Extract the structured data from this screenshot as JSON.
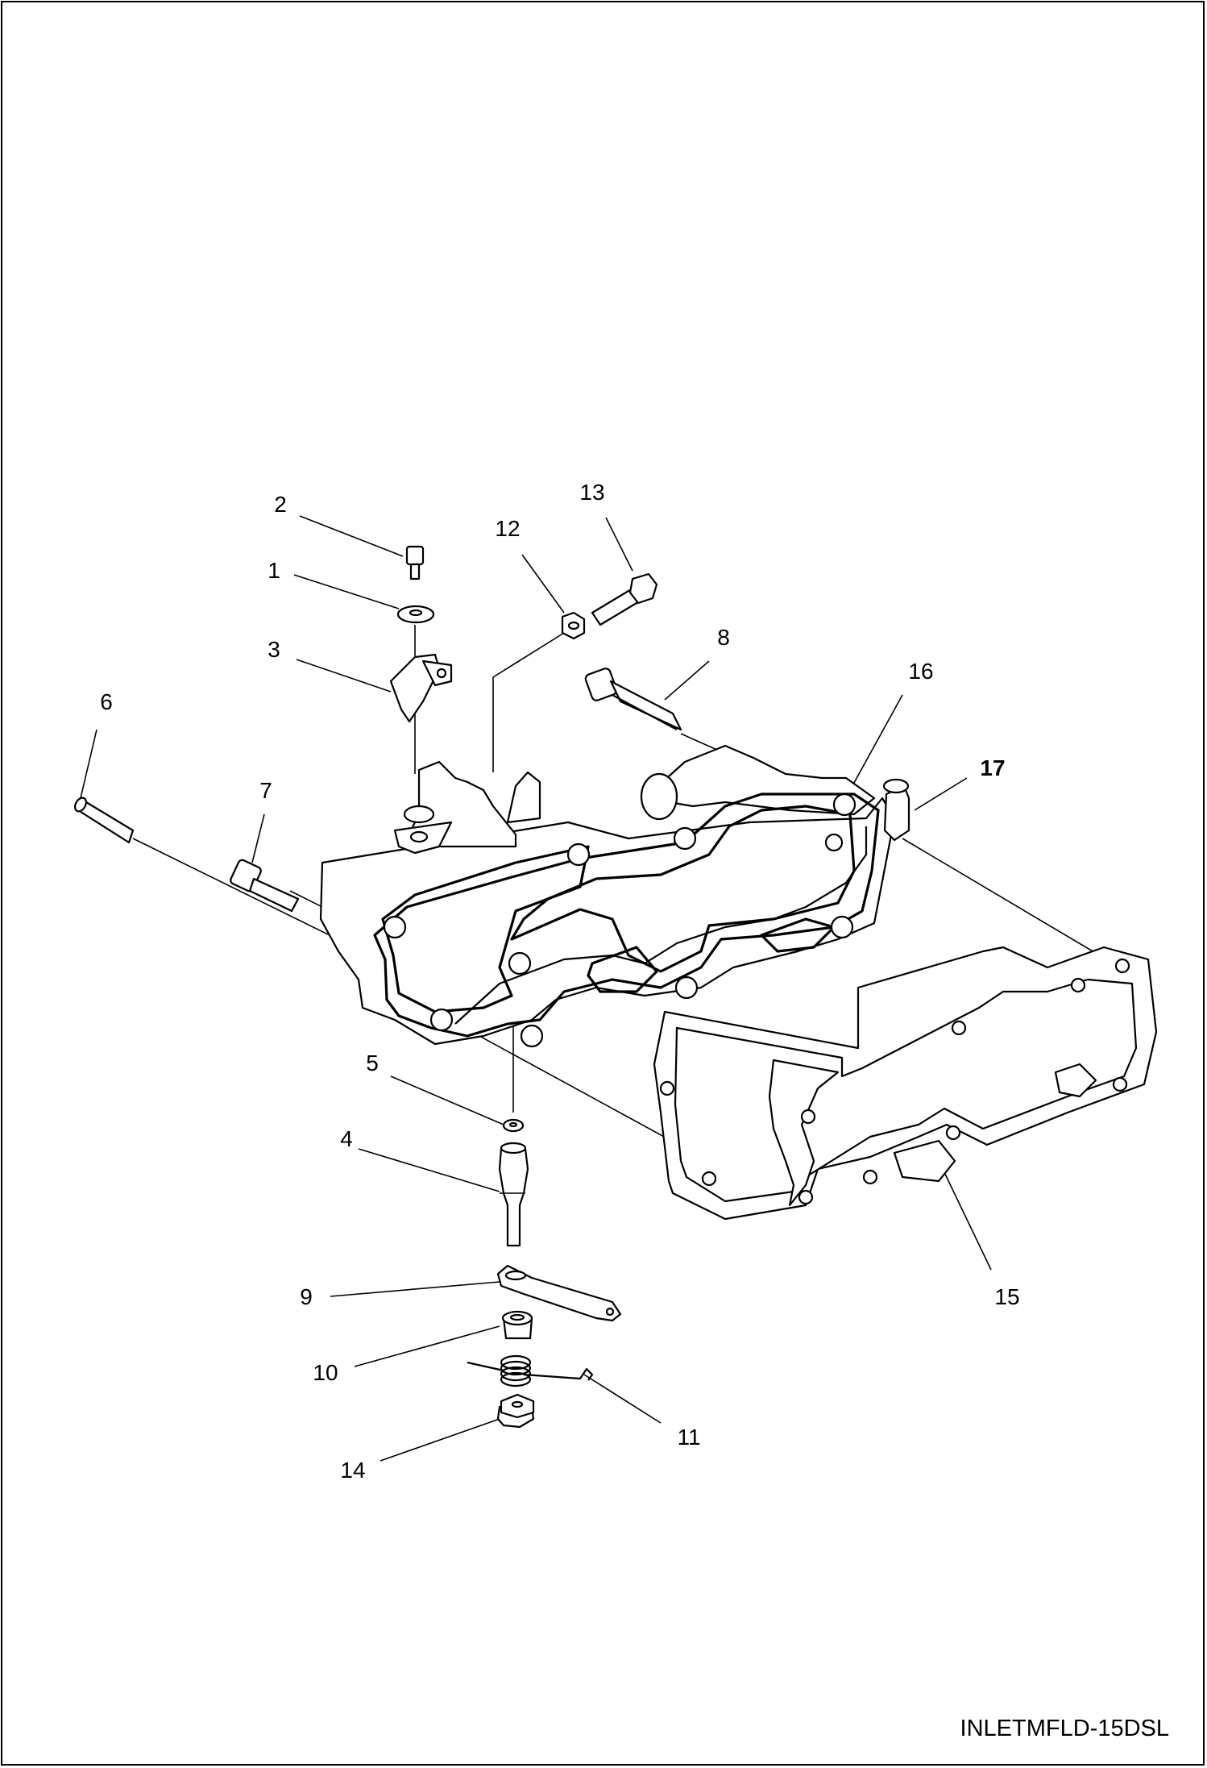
{
  "figure": {
    "reference_code": "INLETMFLD-15DSL"
  },
  "callouts": [
    {
      "id": "1",
      "label": "1"
    },
    {
      "id": "2",
      "label": "2"
    },
    {
      "id": "3",
      "label": "3"
    },
    {
      "id": "4",
      "label": "4"
    },
    {
      "id": "5",
      "label": "5"
    },
    {
      "id": "6",
      "label": "6"
    },
    {
      "id": "7",
      "label": "7"
    },
    {
      "id": "8",
      "label": "8"
    },
    {
      "id": "9",
      "label": "9"
    },
    {
      "id": "10",
      "label": "10"
    },
    {
      "id": "11",
      "label": "11"
    },
    {
      "id": "12",
      "label": "12"
    },
    {
      "id": "13",
      "label": "13"
    },
    {
      "id": "14",
      "label": "14"
    },
    {
      "id": "15",
      "label": "15"
    },
    {
      "id": "16",
      "label": "16"
    },
    {
      "id": "17",
      "label": "17"
    }
  ]
}
